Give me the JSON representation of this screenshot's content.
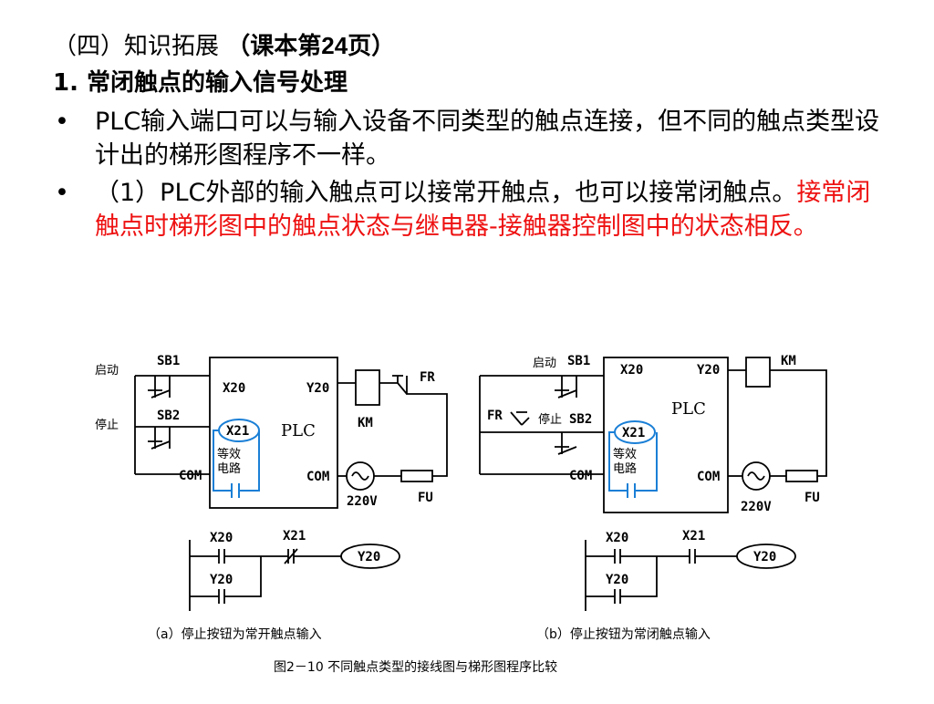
{
  "section": {
    "prefix": "（四）知识拓展 ",
    "bold_part": "（课本第24页）"
  },
  "heading1": "1.   常闭触点的输入信号处理",
  "bullets": [
    {
      "dot": "•",
      "text": "PLC输入端口可以与输入设备不同类型的触点连接，但不同的触点类型设计出的梯形图程序不一样。"
    },
    {
      "dot": "•",
      "text_black": "（1）PLC外部的输入触点可以接常开触点，也可以接常闭触点。",
      "text_red": "接常闭触点时梯形图中的触点状态与继电器-接触器控制图中的状态相反。"
    }
  ],
  "colors": {
    "red_text": "#ee1111",
    "blue_circuit": "#1a7fd6"
  },
  "figure": {
    "left": {
      "start_label": "启动",
      "stop_label": "停止",
      "sb1": "SB1",
      "sb2": "SB2",
      "x20": "X20",
      "x21": "X21",
      "com": "COM",
      "y20": "Y20",
      "plc": "PLC",
      "km": "KM",
      "fr": "FR",
      "fu": "FU",
      "v220": "220V",
      "equiv1": "等效",
      "equiv2": "电路",
      "ladder_x20": "X20",
      "ladder_x21": "X21",
      "ladder_y20": "Y20",
      "ladder_coil": "Y20",
      "caption": "（a）停止按钮为常开触点输入"
    },
    "right": {
      "start_label": "启动",
      "stop_label": "停止",
      "sb1": "SB1",
      "sb2": "SB2",
      "x20": "X20",
      "x21": "X21",
      "com": "COM",
      "y20": "Y20",
      "plc": "PLC",
      "km": "KM",
      "fr": "FR",
      "fu": "FU",
      "v220": "220V",
      "equiv1": "等效",
      "equiv2": "电路",
      "ladder_x20": "X20",
      "ladder_x21": "X21",
      "ladder_y20": "Y20",
      "ladder_coil": "Y20",
      "caption": "（b）停止按钮为常闭触点输入"
    },
    "title": "图2－10  不同触点类型的接线图与梯形图程序比较"
  }
}
